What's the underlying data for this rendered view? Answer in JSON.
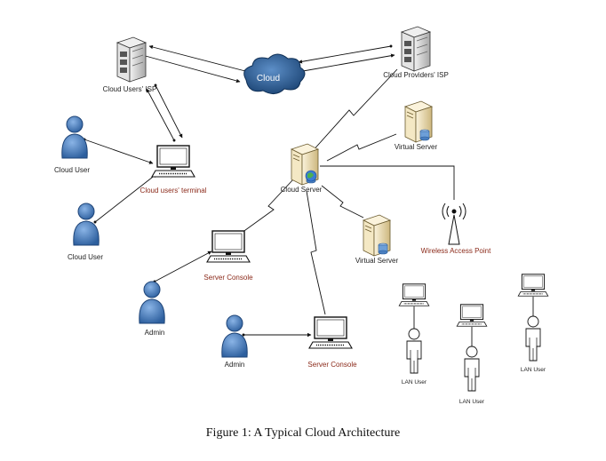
{
  "nodes": {
    "cloud": "Cloud",
    "cloud_users_isp": "Cloud Users' ISP",
    "cloud_providers_isp": "Cloud Providers' ISP",
    "cloud_user_1": "Cloud User",
    "cloud_user_2": "Cloud User",
    "cloud_users_terminal": "Cloud users' terminal",
    "cloud_server": "Cloud Server",
    "virtual_server_1": "Virtual Server",
    "virtual_server_2": "Virtual Server",
    "wireless_access_point": "Wireless Access Point",
    "server_console_1": "Server Console",
    "server_console_2": "Server Console",
    "admin_1": "Admin",
    "admin_2": "Admin",
    "lan_user_1": "LAN User",
    "lan_user_2": "LAN User",
    "lan_user_3": "LAN User"
  },
  "caption": "Figure 1: A Typical Cloud Architecture",
  "colors": {
    "person_blue": "#4a7fc0",
    "cloud_blue": "#2e5f96",
    "label_red": "#8b2a1a",
    "server_grey": "#d8d8d8",
    "server_tan": "#e8d6a6"
  }
}
